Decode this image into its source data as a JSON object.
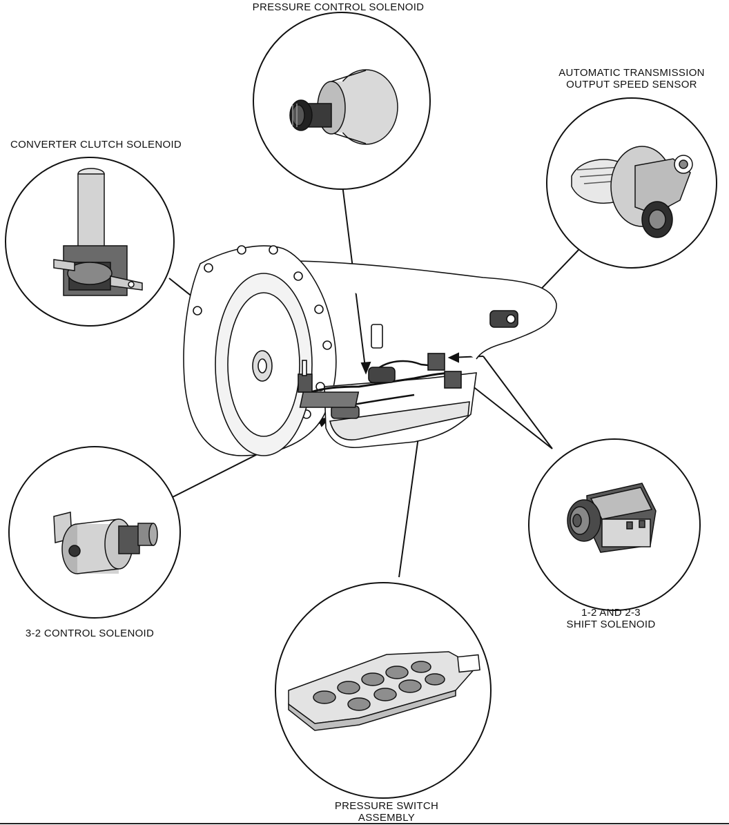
{
  "diagram": {
    "labels": {
      "pressure_control_solenoid": "PRESSURE CONTROL SOLENOID",
      "output_speed_sensor_line1": "AUTOMATIC TRANSMISSION",
      "output_speed_sensor_line2": "OUTPUT SPEED SENSOR",
      "converter_clutch_solenoid": "CONVERTER CLUTCH SOLENOID",
      "control_solenoid_3_2": "3-2 CONTROL SOLENOID",
      "shift_solenoid_line1": "1-2 AND 2-3",
      "shift_solenoid_line2": "SHIFT SOLENOID",
      "pressure_switch_line1": "PRESSURE SWITCH",
      "pressure_switch_line2": "ASSEMBLY"
    },
    "colors": {
      "ink": "#111111",
      "paper": "#ffffff",
      "shade": "#d9d9d9",
      "mid": "#9a9a9a",
      "dark": "#3a3a3a"
    }
  }
}
